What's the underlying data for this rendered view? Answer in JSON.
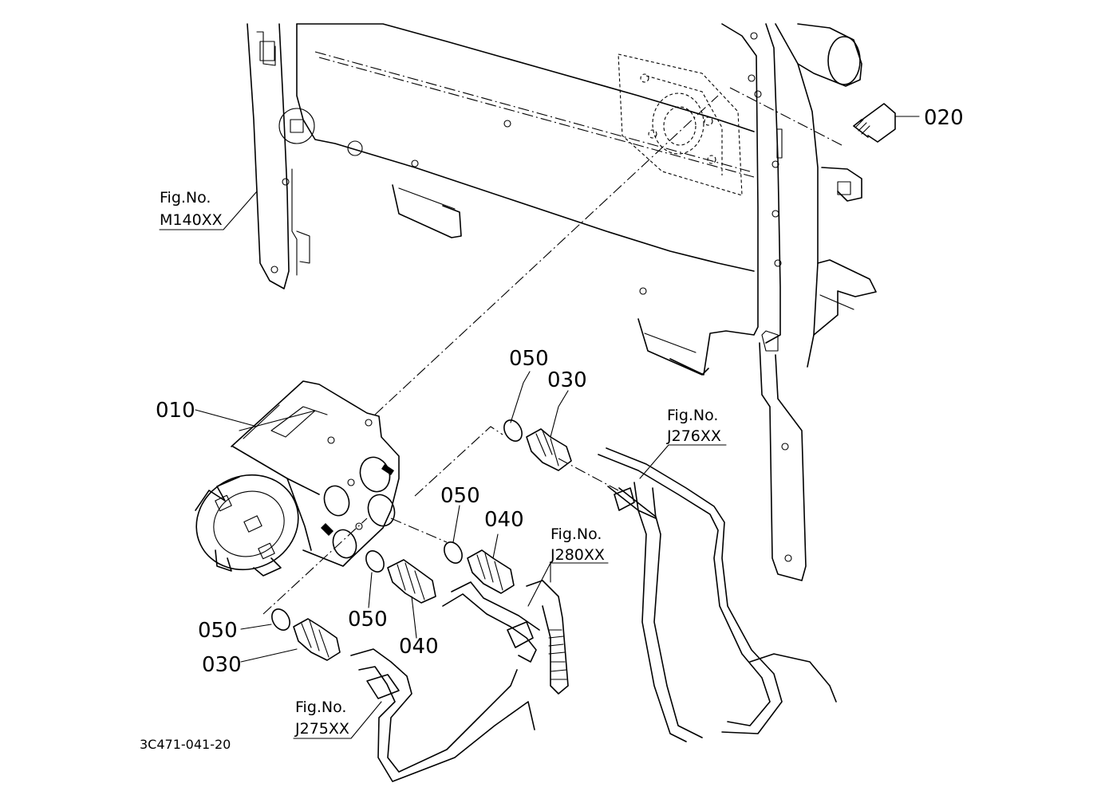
{
  "drawing_code": "3C471-041-20",
  "part_labels": {
    "p010": "010",
    "p020": "020",
    "p030_top": "030",
    "p050_top": "050",
    "p050_mid": "050",
    "p040_right": "040",
    "p050_lower": "050",
    "p040_lower": "040",
    "p050_left": "050",
    "p030_left": "030"
  },
  "figure_refs": {
    "m140": {
      "prefix": "Fig.No.",
      "code": "M140XX"
    },
    "j276": {
      "prefix": "Fig.No.",
      "code": "J276XX"
    },
    "j280": {
      "prefix": "Fig.No.",
      "code": "J280XX"
    },
    "j275": {
      "prefix": "Fig.No.",
      "code": "J275XX"
    }
  }
}
